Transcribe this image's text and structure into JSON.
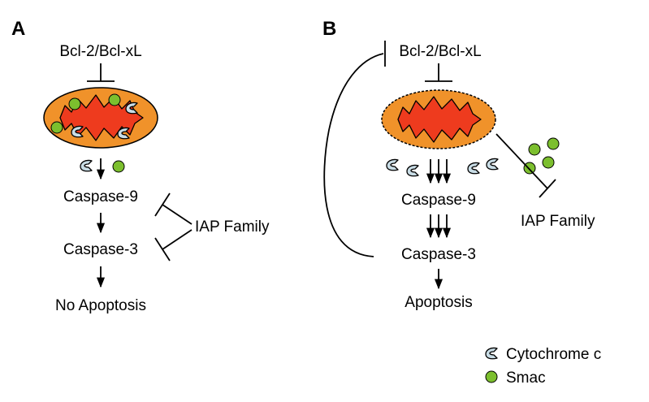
{
  "panel_a": {
    "letter": "A",
    "bcl": "Bcl-2/Bcl-xL",
    "caspase9": "Caspase-9",
    "caspase3": "Caspase-3",
    "iap": "IAP Family",
    "outcome": "No Apoptosis"
  },
  "panel_b": {
    "letter": "B",
    "bcl": "Bcl-2/Bcl-xL",
    "caspase9": "Caspase-9",
    "caspase3": "Caspase-3",
    "iap": "IAP Family",
    "outcome": "Apoptosis"
  },
  "legend": {
    "cytochrome": "Cytochrome c",
    "smac": "Smac"
  },
  "colors": {
    "mito_outer": "#f0922a",
    "mito_inner": "#ee3b1e",
    "smac": "#7cbf2e",
    "cytochrome": "#c9dde6"
  }
}
